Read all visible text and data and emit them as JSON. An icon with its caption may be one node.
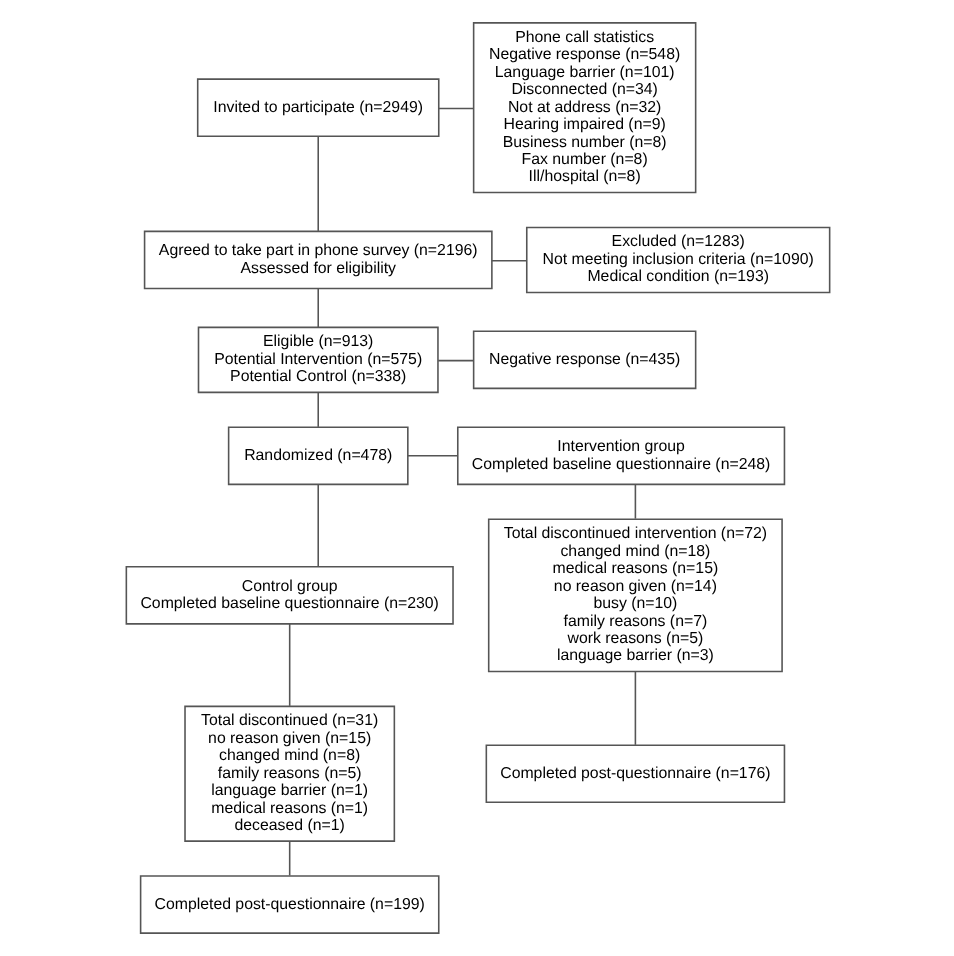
{
  "diagram": {
    "nodes": [
      {
        "text": [
          "Invited to participate (n=2949)"
        ]
      },
      {
        "text": [
          "Phone call statistics",
          "Negative response (n=548)",
          "Language barrier (n=101)",
          "Disconnected (n=34)",
          "Not at address (n=32)",
          "Hearing impaired (n=9)",
          "Business number (n=8)",
          "Fax number (n=8)",
          "Ill/hospital (n=8)"
        ]
      },
      {
        "text": [
          "Agreed to take part in phone survey (n=2196)",
          "Assessed for eligibility"
        ]
      },
      {
        "text": [
          "Excluded (n=1283)",
          "Not meeting inclusion criteria (n=1090)",
          "Medical condition (n=193)"
        ]
      },
      {
        "text": [
          "Eligible (n=913)",
          "Potential Intervention (n=575)",
          "Potential Control (n=338)"
        ]
      },
      {
        "text": [
          "Negative response (n=435)"
        ]
      },
      {
        "text": [
          "Randomized (n=478)"
        ]
      },
      {
        "text": [
          "Intervention group",
          "Completed baseline questionnaire (n=248)"
        ]
      },
      {
        "text": [
          "Control group",
          "Completed baseline questionnaire (n=230)"
        ]
      },
      {
        "text": [
          "Total discontinued intervention (n=72)",
          "changed mind (n=18)",
          "medical reasons (n=15)",
          "no reason given (n=14)",
          "busy (n=10)",
          "family reasons (n=7)",
          "work reasons (n=5)",
          "language barrier (n=3)"
        ]
      },
      {
        "text": [
          "Total discontinued (n=31)",
          "no reason given (n=15)",
          "changed mind (n=8)",
          "family reasons (n=5)",
          "language barrier (n=1)",
          "medical reasons (n=1)",
          "deceased (n=1)"
        ]
      },
      {
        "text": [
          "Completed post-questionnaire (n=176)"
        ]
      },
      {
        "text": [
          "Completed post-questionnaire (n=199)"
        ]
      }
    ],
    "edges": [
      {
        "from": 0,
        "to": 2,
        "arrow": "none"
      },
      {
        "from": 0,
        "to": 1,
        "arrow": "none"
      },
      {
        "from": 2,
        "to": 4,
        "arrow": "none"
      },
      {
        "from": 2,
        "to": 3,
        "arrow": "none"
      },
      {
        "from": 4,
        "to": 6,
        "arrow": "none"
      },
      {
        "from": 4,
        "to": 5,
        "arrow": "none"
      },
      {
        "from": 6,
        "to": 7,
        "arrow": "none"
      },
      {
        "from": 6,
        "to": 8,
        "arrow": "none"
      },
      {
        "from": 7,
        "to": 9,
        "arrow": "none"
      },
      {
        "from": 8,
        "to": 10,
        "arrow": "none"
      },
      {
        "from": 9,
        "to": 11,
        "arrow": "none"
      },
      {
        "from": 10,
        "to": 12,
        "arrow": "none"
      }
    ]
  }
}
